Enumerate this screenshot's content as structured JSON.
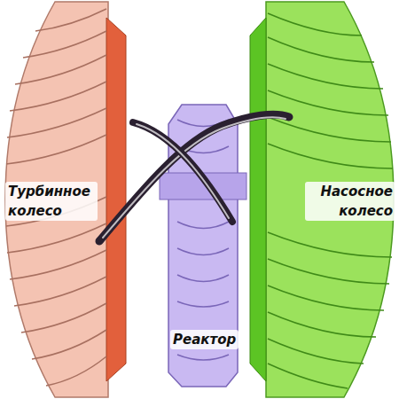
{
  "diagram": {
    "labels": [
      "Турбинное колесо",
      "Реактор",
      "Насосное колесо"
    ]
  }
}
